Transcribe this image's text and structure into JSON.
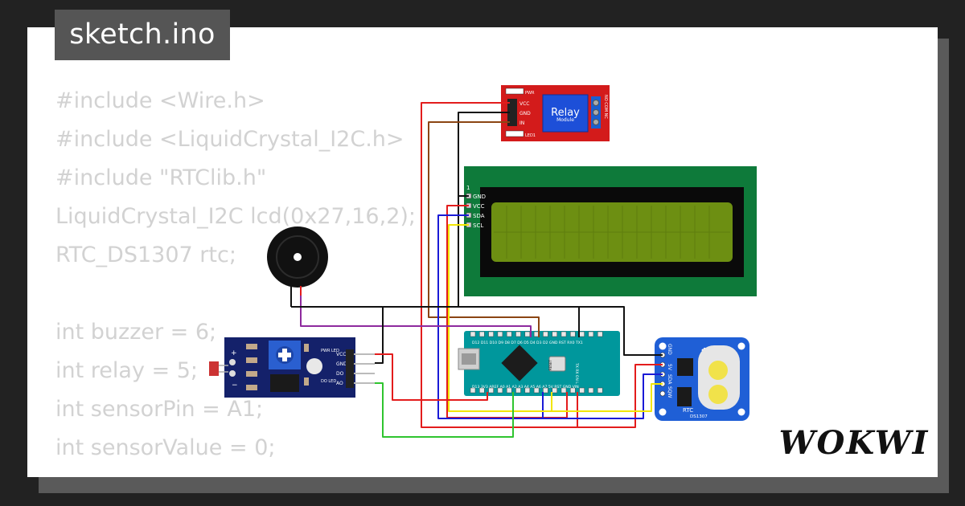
{
  "header": {
    "title": "sketch.ino"
  },
  "code": {
    "lines": [
      "#include <Wire.h>",
      "#include <LiquidCrystal_I2C.h>",
      "#include \"RTClib.h\"",
      "LiquidCrystal_I2C lcd(0x27,16,2);",
      "RTC_DS1307 rtc;",
      "",
      "int buzzer = 6;",
      "int relay = 5;",
      "int sensorPin = A1;",
      "int sensorValue = 0;"
    ]
  },
  "relay": {
    "title": "Relay",
    "subtitle": "Module",
    "pins": [
      "VCC",
      "GND",
      "IN"
    ],
    "leds": [
      "PWR",
      "LED1"
    ],
    "terminals": "NO COM NC"
  },
  "lcd": {
    "pin1": "1",
    "pins": [
      "GND",
      "VCC",
      "SDA",
      "SCL"
    ]
  },
  "sensor": {
    "pins": [
      "VCC",
      "GND",
      "DO",
      "AO"
    ],
    "labels": [
      "PWR LED",
      "DO LED"
    ]
  },
  "nano": {
    "top_pins": "D12 D11 D10 D9 D8 D7 D6 D5 D4 D3 D2 GND RST RX0 TX1",
    "bottom_pins": "D13 3V3 AREF A0 A1 A2 A3 A4 A5 A6 A7 5V RST GND VIN",
    "reset_label": "RESET",
    "leds": "TX RX ON L"
  },
  "rtc": {
    "pins": [
      "GND",
      "5V",
      "SDA",
      "SCL",
      "SQW"
    ],
    "label": "RTC",
    "model": "DS1307"
  },
  "brand": {
    "logo": "WOKWI"
  },
  "colors": {
    "background": "#222222",
    "card": "#ffffff",
    "code_text": "#d2d2d2",
    "wire_red": "#e31c1c",
    "wire_black": "#111111",
    "wire_brown": "#8b4513",
    "wire_blue": "#1a1ad6",
    "wire_yellow": "#f2e600",
    "wire_purple": "#8e2a9e",
    "wire_green": "#2fc42f",
    "relay_board": "#d31b1b",
    "lcd_board": "#0e7a3a",
    "lcd_screen": "#6d8f12",
    "nano_board": "#00979c",
    "sensor_board": "#14216a",
    "rtc_board": "#1f5fd6"
  }
}
